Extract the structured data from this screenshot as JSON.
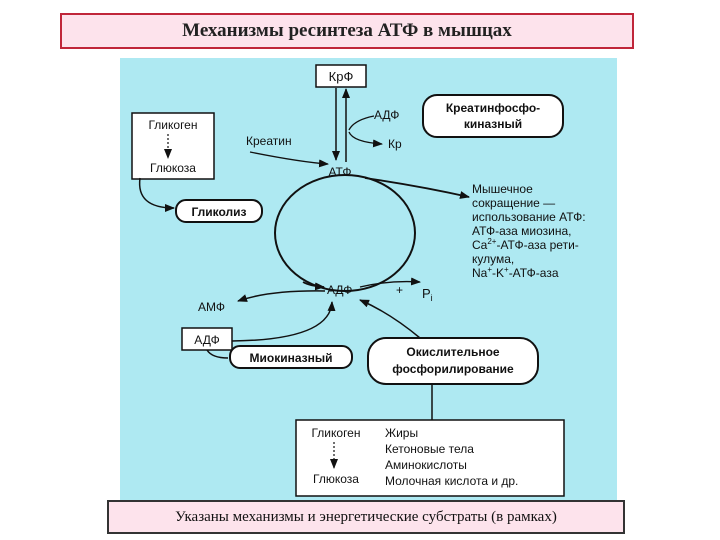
{
  "title": "Механизмы ресинтеза АТФ в мышцах",
  "caption": "Указаны механизмы и энергетические субстраты (в рамках)",
  "diagram": {
    "kp_top": "КрФ",
    "adf_top": "АДФ",
    "creatine_kinase_1": "Креатинфосфо-",
    "creatine_kinase_2": "киназный",
    "kreatin": "Креатин",
    "kr": "Кр",
    "atf": "АТФ",
    "glycogen": "Гликоген",
    "glucose": "Глюкоза",
    "glycolysis": "Гликолиз",
    "muscle_1": "Мышечное",
    "muscle_2": "сокращение —",
    "muscle_3": "использование АТФ:",
    "muscle_4": "АТФ-аза миозина,",
    "muscle_5a": "Ca",
    "muscle_5sup": "2+",
    "muscle_5b": "-АТФ-аза рети-",
    "muscle_6": "кулума,",
    "muscle_7a": "Na",
    "muscle_7sup1": "+",
    "muscle_7b": "-K",
    "muscle_7sup2": "+",
    "muscle_7c": "-АТФ-аза",
    "amf": "АМФ",
    "adf_mid": "АДФ",
    "plus": "+",
    "pi": "P",
    "pi_sub": "i",
    "adf_box": "АДФ",
    "myokinase": "Миокиназный",
    "oxphos_1": "Окислительное",
    "oxphos_2": "фосфорилирование",
    "sub_glycogen": "Гликоген",
    "sub_glucose": "Глюкоза",
    "sub_fats": "Жиры",
    "sub_ketones": "Кетоновые тела",
    "sub_amino": "Аминокислоты",
    "sub_lactic": "Молочная кислота и др."
  }
}
